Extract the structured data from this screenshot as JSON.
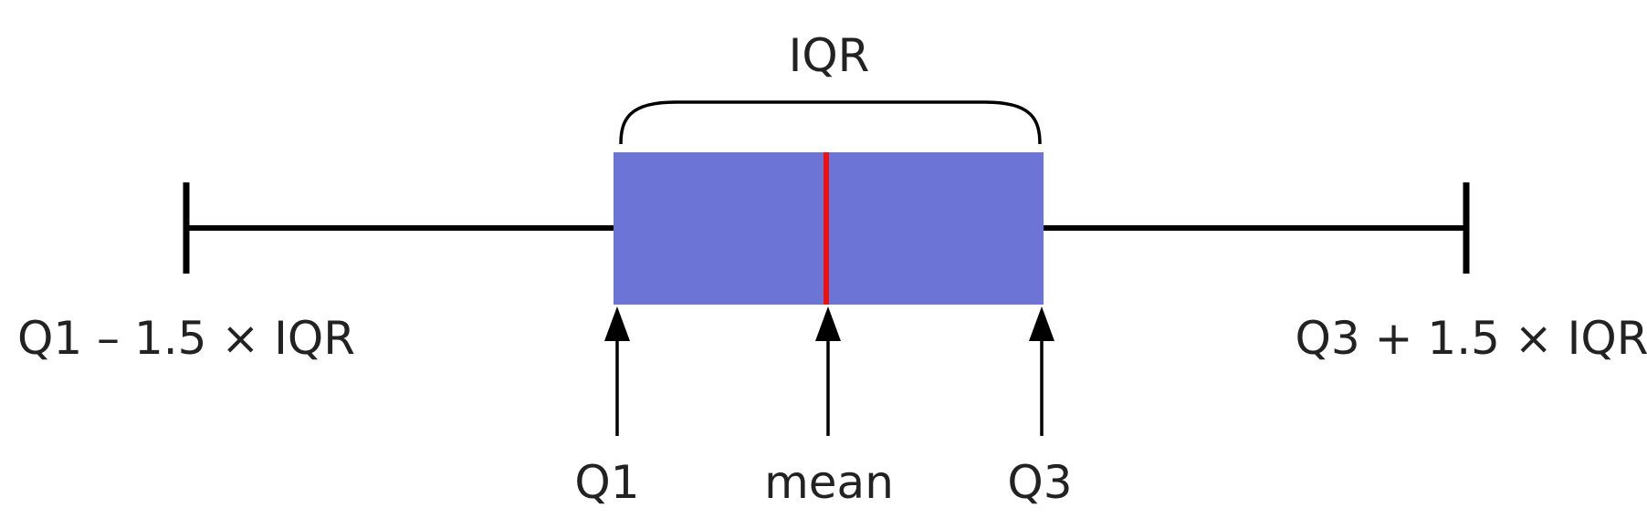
{
  "diagram": {
    "title_label": "IQR",
    "lower_whisker_label": "Q1 – 1.5 × IQR",
    "upper_whisker_label": "Q3 + 1.5 × IQR",
    "q1_label": "Q1",
    "mean_label": "mean",
    "q3_label": "Q3"
  },
  "colors": {
    "box_fill": "#6c75d6",
    "mean_line": "#ee1111",
    "lines": "#000000",
    "text": "#222222"
  }
}
